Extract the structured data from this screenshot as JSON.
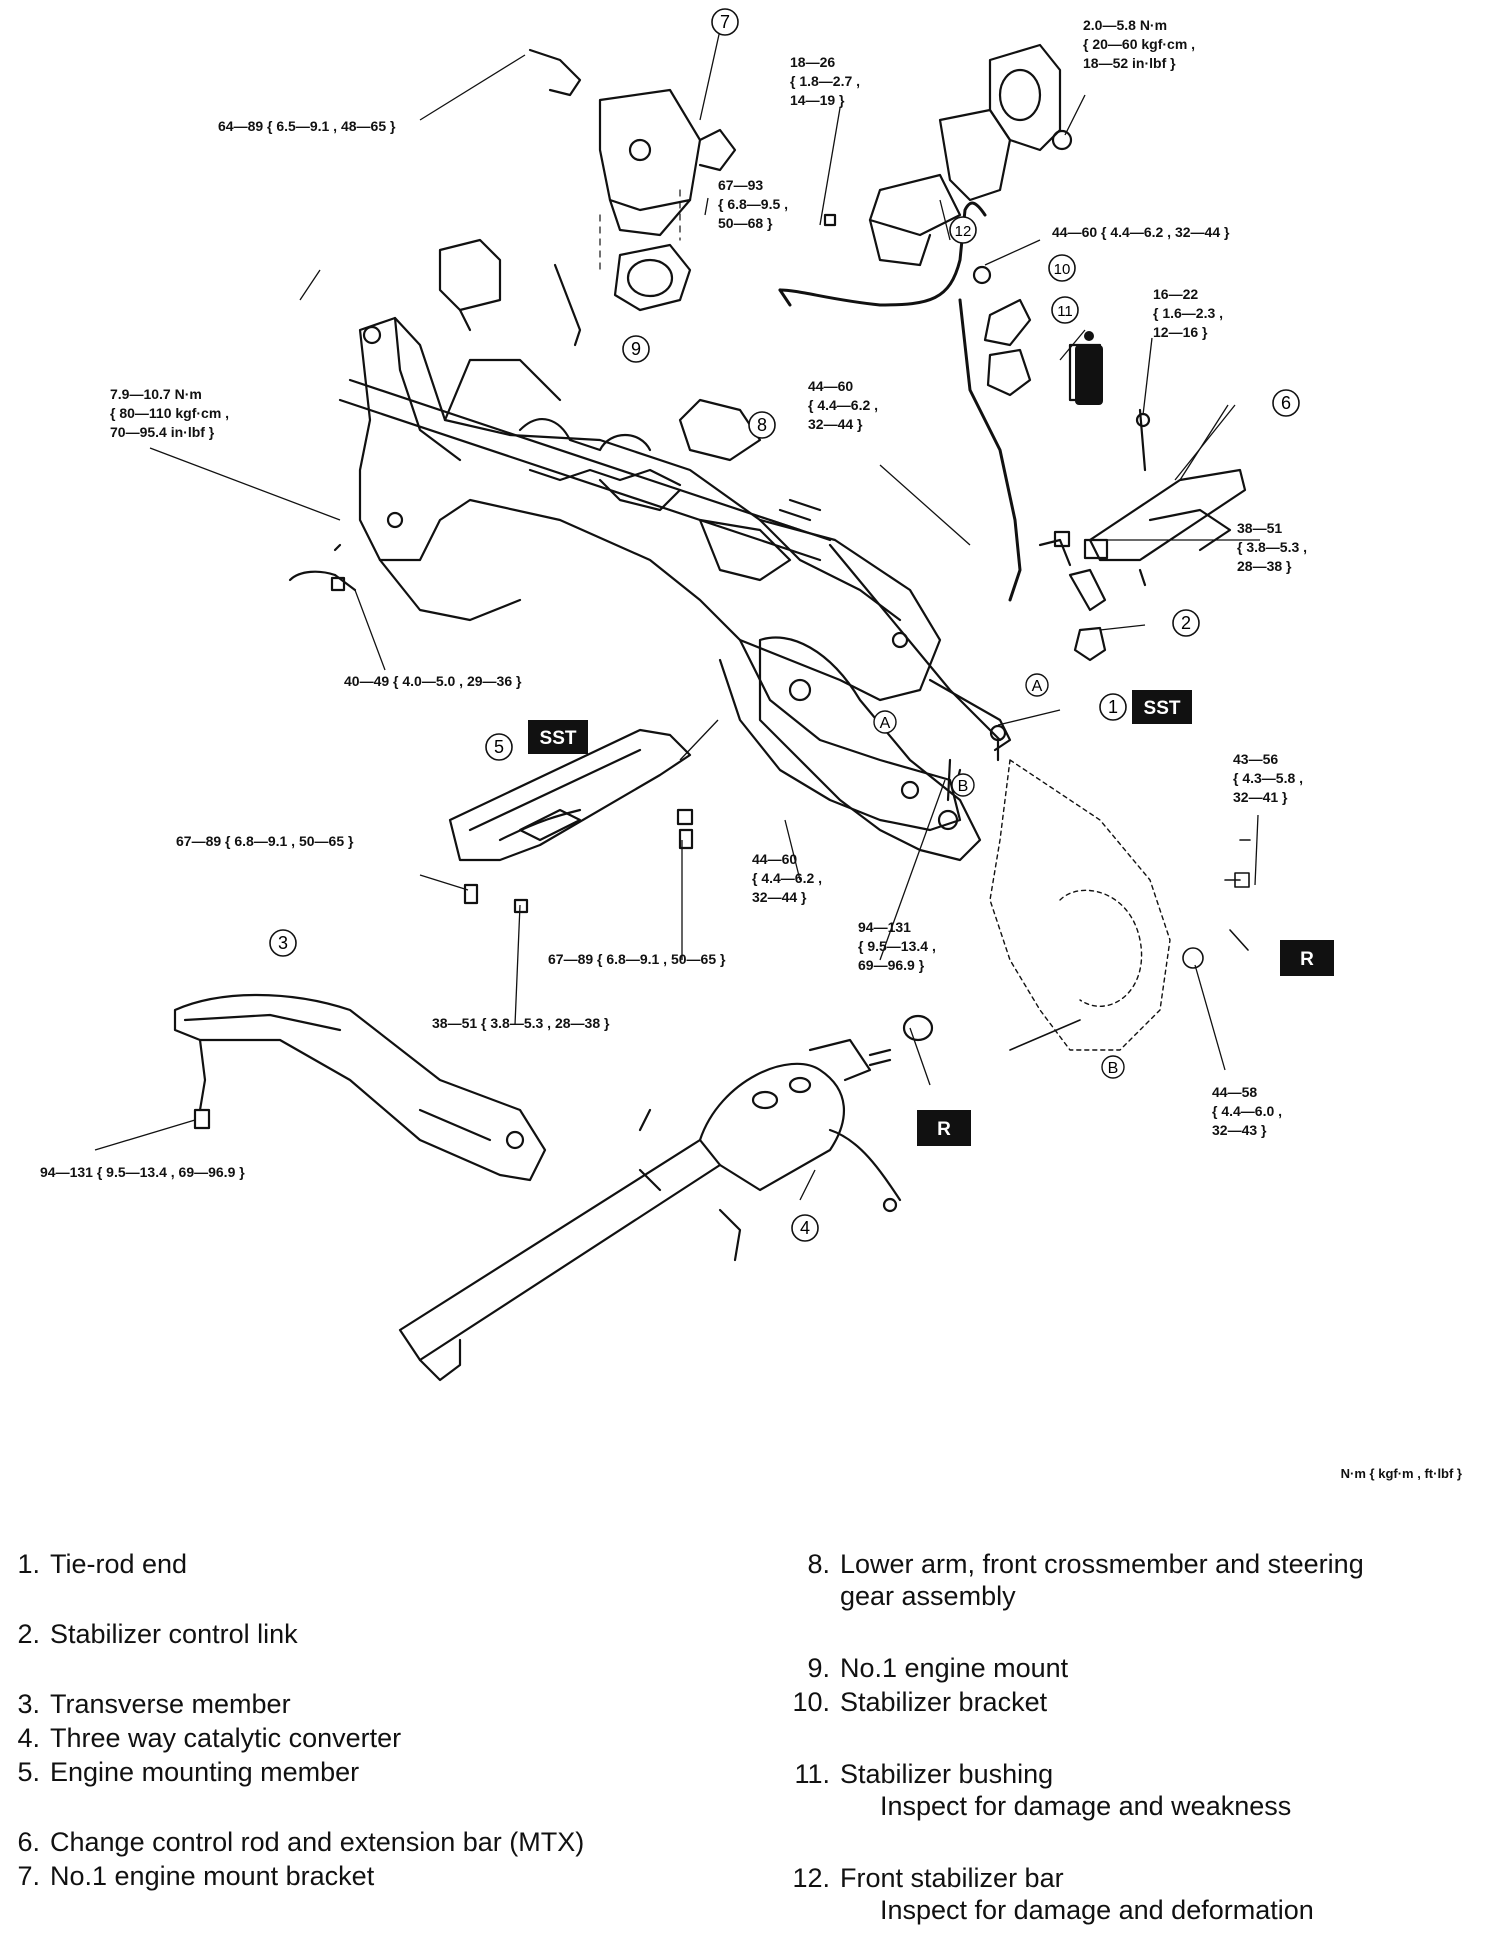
{
  "callouts": [
    "1",
    "2",
    "3",
    "4",
    "5",
    "6",
    "7",
    "8",
    "9",
    "10",
    "11",
    "12"
  ],
  "letters": [
    "A",
    "A",
    "B",
    "B"
  ],
  "badges": {
    "sst": "SST",
    "r": "R"
  },
  "torques": {
    "t_top_left": "64—89 { 6.5—9.1 , 48—65 }",
    "t_mount_nut": "67—93\n{ 6.8—9.5 ,\n50—68 }",
    "t_knuckle_bolt": "18—26\n{ 1.8—2.7 ,\n14—19 }",
    "t_top_right": "2.0—5.8 N·m\n{ 20—60 kgf·cm ,\n18—52 in·lbf }",
    "t_stab_bracket": "44—60 { 4.4—6.2 , 32—44 }",
    "t_link_bolt": "16—22\n{ 1.6—2.3 ,\n12—16 }",
    "t_tierod_left": "7.9—10.7 N·m\n{ 80—110 kgf·cm ,\n70—95.4 in·lbf }",
    "t_center": "44—60\n{ 4.4—6.2 ,\n32—44 }",
    "t_link_nut": "38—51\n{ 3.8—5.3 ,\n28—38 }",
    "t_locknut": "40—49 { 4.0—5.0 , 29—36 }",
    "t_ball_joint": "43—56\n{ 4.3—5.8 ,\n32—41 }",
    "t_mm_left": "67—89 { 6.8—9.1 , 50—65 }",
    "t_lower_nut": "44—60\n{ 4.4—6.2 ,\n32—44 }",
    "t_lower_bolt": "94—131\n{ 9.5—13.4 ,\n69—96.9 }",
    "t_mm_right": "67—89 { 6.8—9.1 , 50—65 }",
    "t_mm_bottom": "38—51 { 3.8—5.3 , 28—38 }",
    "t_hub_nut": "44—58\n{ 4.4—6.0 ,\n32—43 }",
    "t_transverse": "94—131 { 9.5—13.4 , 69—96.9 }"
  },
  "units_note": "N·m { kgf·m , ft·lbf }",
  "legend_left": [
    {
      "num": "1.",
      "label": "Tie-rod end"
    },
    {
      "num": "2.",
      "label": "Stabilizer control link"
    },
    {
      "num": "3.",
      "label": "Transverse member"
    },
    {
      "num": "4.",
      "label": "Three way catalytic converter"
    },
    {
      "num": "5.",
      "label": "Engine mounting member"
    },
    {
      "num": "6.",
      "label": "Change control rod and extension bar (MTX)"
    },
    {
      "num": "7.",
      "label": "No.1 engine mount bracket"
    }
  ],
  "legend_right": [
    {
      "num": "8.",
      "label": "Lower arm, front crossmember and steering",
      "sub": "gear assembly"
    },
    {
      "num": "9.",
      "label": "No.1 engine mount"
    },
    {
      "num": "10.",
      "label": "Stabilizer bracket"
    },
    {
      "num": "11.",
      "label": "Stabilizer bushing",
      "sub": "Inspect for damage and weakness"
    },
    {
      "num": "12.",
      "label": "Front stabilizer bar",
      "sub": "Inspect for damage and deformation"
    }
  ]
}
